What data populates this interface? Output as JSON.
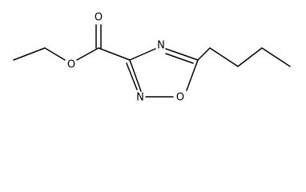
{
  "structure": {
    "atoms": {
      "carbonyl_oxygen": "O",
      "ester_oxygen": "O",
      "ring_n4": "N",
      "ring_n2": "N",
      "ring_o1": "O"
    }
  }
}
